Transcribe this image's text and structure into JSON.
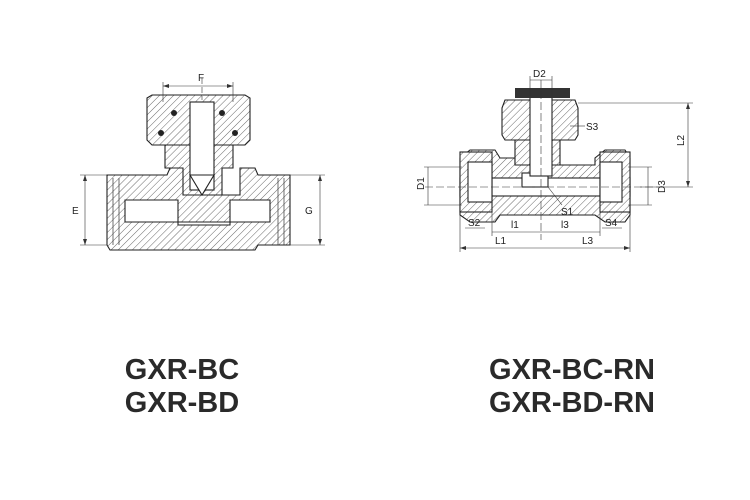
{
  "left_fitting": {
    "dimensions": {
      "top_width": "F",
      "total_height": "E",
      "thread": "G"
    },
    "models": [
      "GXR-BC",
      "GXR-BD"
    ]
  },
  "right_fitting": {
    "dimensions": {
      "top_diameter": "D2",
      "nut_size_top": "S3",
      "height": "L2",
      "left_diameter": "D1",
      "right_diameter": "D3",
      "center_size": "S1",
      "left_nut": "S2",
      "right_nut": "S4",
      "left_inner": "l1",
      "right_inner": "l3",
      "left_length": "L1",
      "right_length": "L3"
    },
    "models": [
      "GXR-BC-RN",
      "GXR-BD-RN"
    ]
  }
}
